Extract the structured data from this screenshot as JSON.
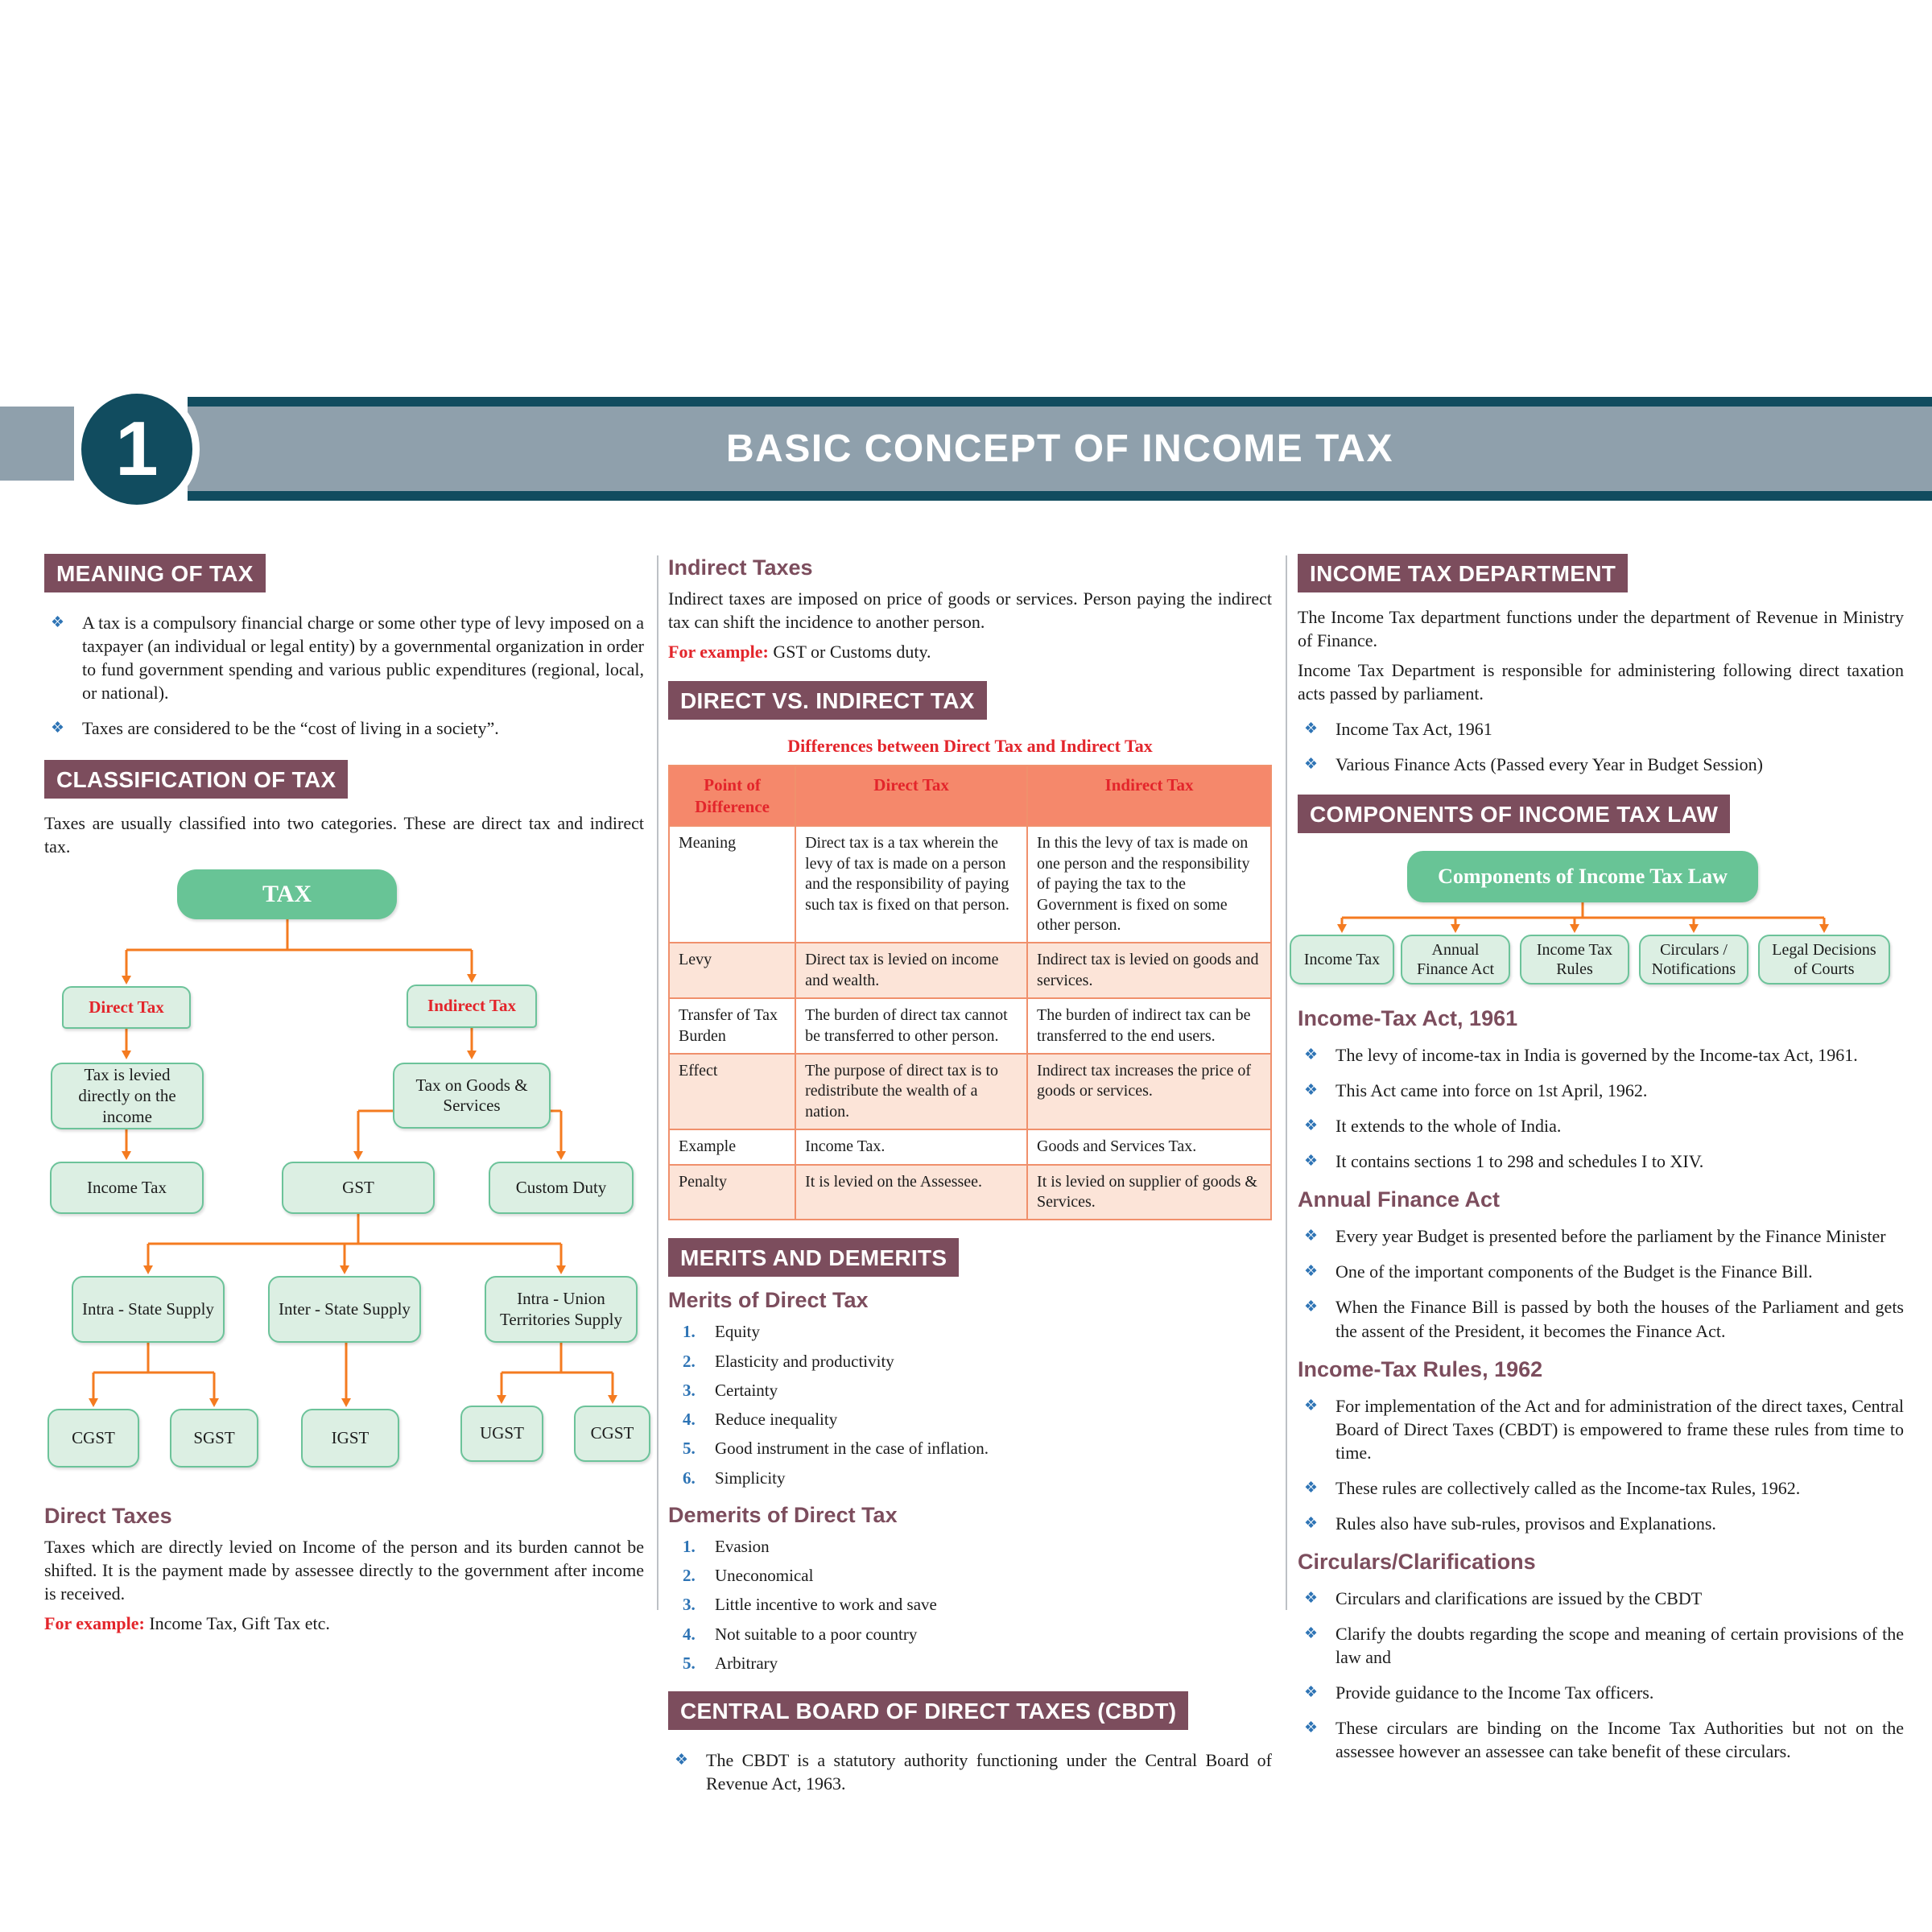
{
  "icons": {
    "bullet": "❖"
  },
  "colors": {
    "teal_dark": "#114C5F",
    "banner_gray": "#8FA0AC",
    "header_bar_mauve": "#7C4D5D",
    "accent_red": "#E3252B",
    "accent_blue": "#2E74B5",
    "green_dark": "#68C496",
    "green_light": "#DCEFE3",
    "green_border": "#6CC39A",
    "arrow_orange": "#F47B20",
    "table_header_bg": "#F5886B",
    "table_alt_row_bg": "#FCE4D8"
  },
  "banner": {
    "chapter_number": "1",
    "title": "BASIC CONCEPT OF INCOME TAX"
  },
  "left": {
    "meaning": {
      "header": "MEANING OF TAX",
      "bullets": [
        "A tax is a compulsory financial charge or some other type of levy imposed on a taxpayer (an individual or legal entity) by a governmental organization in order to fund government spending and various public expenditures (regional, local, or national).",
        "Taxes are considered to be the “cost of living in a society”."
      ]
    },
    "classification": {
      "header": "CLASSIFICATION OF TAX",
      "intro": "Taxes are usually classified into two categories. These are direct tax and indirect tax."
    },
    "flowchart": {
      "tax": "TAX",
      "direct": "Direct Tax",
      "indirect": "Indirect Tax",
      "direct_desc": "Tax is levied directly on the income",
      "goods_services": "Tax on Goods & Services",
      "income_tax": "Income Tax",
      "gst": "GST",
      "custom_duty": "Custom Duty",
      "intra_state": "Intra - State Supply",
      "inter_state": "Inter - State Supply",
      "intra_union": "Intra - Union Territories Supply",
      "cgst": "CGST",
      "sgst": "SGST",
      "igst": "IGST",
      "ugst": "UGST",
      "cgst2": "CGST"
    },
    "direct_taxes": {
      "heading": "Direct Taxes",
      "body": "Taxes which are directly levied on Income of the person and its burden cannot be shifted. It is the payment made by assessee directly to the government after income is received.",
      "example_label": "For example:",
      "example_text": "Income Tax, Gift Tax etc."
    }
  },
  "middle": {
    "indirect_taxes": {
      "heading": "Indirect Taxes",
      "body": "Indirect taxes are imposed on price of goods or services. Person paying the indirect tax can shift the incidence to another person.",
      "example_label": "For example:",
      "example_text": "GST or Customs duty."
    },
    "direct_vs_indirect": {
      "header": "DIRECT VS. INDIRECT TAX",
      "table_title": "Differences between Direct Tax and Indirect Tax",
      "columns": [
        "Point of Difference",
        "Direct Tax",
        "Indirect Tax"
      ],
      "rows": [
        {
          "point": "Meaning",
          "direct": "Direct tax is a tax wherein the levy of tax is made on a person and the responsibility of paying such tax is fixed on that person.",
          "indirect": "In this the levy of tax is made on one person and the responsibility of paying the tax to the Government is fixed on some other person."
        },
        {
          "point": "Levy",
          "direct": "Direct tax is levied on income and wealth.",
          "indirect": "Indirect tax is levied on goods and services."
        },
        {
          "point": "Transfer of Tax Burden",
          "direct": "The burden of direct tax cannot be transferred to other person.",
          "indirect": "The burden of indirect tax can be transferred to the end users."
        },
        {
          "point": "Effect",
          "direct": "The purpose of direct tax is to redistribute the wealth of a nation.",
          "indirect": "Indirect tax increases the price of goods or services."
        },
        {
          "point": "Example",
          "direct": "Income Tax.",
          "indirect": "Goods and Services Tax."
        },
        {
          "point": "Penalty",
          "direct": "It is levied on the Assessee.",
          "indirect": "It is levied on supplier of goods & Services."
        }
      ]
    },
    "merits_demerits": {
      "header": "MERITS AND DEMERITS",
      "merits_heading": "Merits of Direct Tax",
      "merits": [
        {
          "n": "1.",
          "text": "Equity"
        },
        {
          "n": "2.",
          "text": "Elasticity and productivity"
        },
        {
          "n": "3.",
          "text": "Certainty"
        },
        {
          "n": "4.",
          "text": "Reduce inequality"
        },
        {
          "n": "5.",
          "text": "Good instrument in the case of inflation."
        },
        {
          "n": "6.",
          "text": "Simplicity"
        }
      ],
      "demerits_heading": "Demerits of Direct Tax",
      "demerits": [
        {
          "n": "1.",
          "text": "Evasion"
        },
        {
          "n": "2.",
          "text": "Uneconomical"
        },
        {
          "n": "3.",
          "text": "Little incentive to work and save"
        },
        {
          "n": "4.",
          "text": "Not suitable to a poor country"
        },
        {
          "n": "5.",
          "text": "Arbitrary"
        }
      ]
    },
    "cbdt": {
      "header": "CENTRAL BOARD OF DIRECT TAXES (CBDT)",
      "bullet": "The CBDT is a statutory authority functioning under the Central Board of Revenue Act, 1963."
    }
  },
  "right": {
    "department": {
      "header": "INCOME TAX DEPARTMENT",
      "para1": "The Income Tax department functions under the department of Revenue in Ministry of Finance.",
      "para2": "Income Tax Department is responsible for administering following direct taxation acts passed by parliament.",
      "bullets": [
        "Income Tax Act, 1961",
        "Various Finance Acts (Passed every Year in Budget Session)"
      ]
    },
    "components": {
      "header": "COMPONENTS OF INCOME TAX LAW",
      "root": "Components of Income Tax Law",
      "children": [
        "Income Tax",
        "Annual Finance Act",
        "Income Tax Rules",
        "Circulars / Notifications",
        "Legal Decisions of Courts"
      ]
    },
    "act_1961": {
      "heading": "Income-Tax Act, 1961",
      "bullets": [
        "The levy of income-tax in India is governed by the Income-tax Act, 1961.",
        "This Act came into force on 1st April, 1962.",
        "It extends to the whole of India.",
        "It contains sections 1 to 298 and schedules I to XIV."
      ]
    },
    "annual_finance": {
      "heading": "Annual Finance Act",
      "bullets": [
        "Every year Budget is presented before the parliament by the Finance Minister",
        "One of the important components of the Budget is the Finance Bill.",
        "When the Finance Bill is passed by both the houses of the Parliament and gets the assent of the President, it becomes the Finance Act."
      ]
    },
    "rules_1962": {
      "heading": "Income-Tax Rules, 1962",
      "bullets": [
        "For implementation of the Act and for administration of the direct taxes, Central Board of Direct Taxes (CBDT) is empowered to frame these rules from time to time.",
        "These rules are collectively called as the Income-tax Rules, 1962.",
        "Rules also have sub-rules, provisos and Explanations."
      ]
    },
    "circulars": {
      "heading": "Circulars/Clarifications",
      "bullets": [
        "Circulars and clarifications are issued by the CBDT",
        "Clarify the doubts regarding the scope and meaning of certain provisions of the law and",
        "Provide guidance to the Income Tax officers.",
        "These circulars are binding on the Income Tax Authorities but not on the assessee however an assessee can take benefit of these circulars."
      ]
    }
  }
}
